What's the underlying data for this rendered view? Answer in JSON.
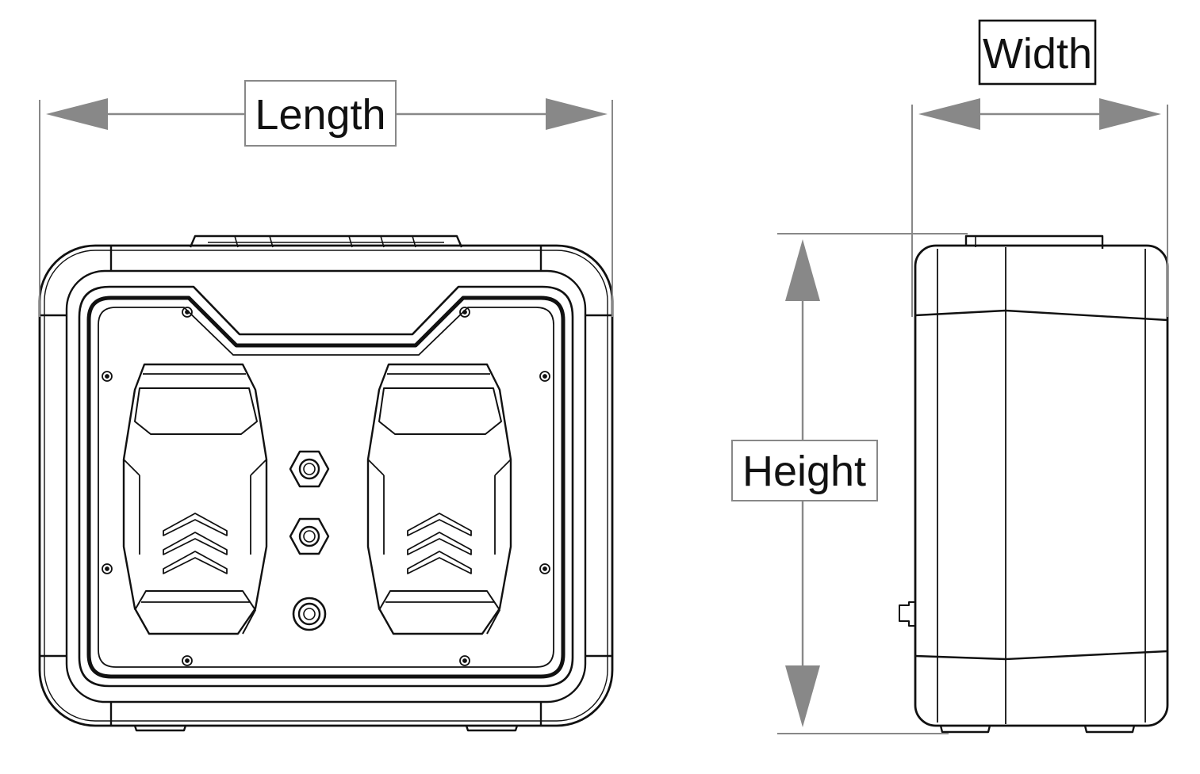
{
  "labels": {
    "length": "Length",
    "width": "Width",
    "height": "Height"
  },
  "colors": {
    "line": "#111111",
    "dimension": "#888888",
    "background": "#ffffff"
  },
  "icons": {
    "front_view": "power-station-front-drawing",
    "side_view": "power-station-side-drawing",
    "arrow": "dimension-arrowhead"
  }
}
